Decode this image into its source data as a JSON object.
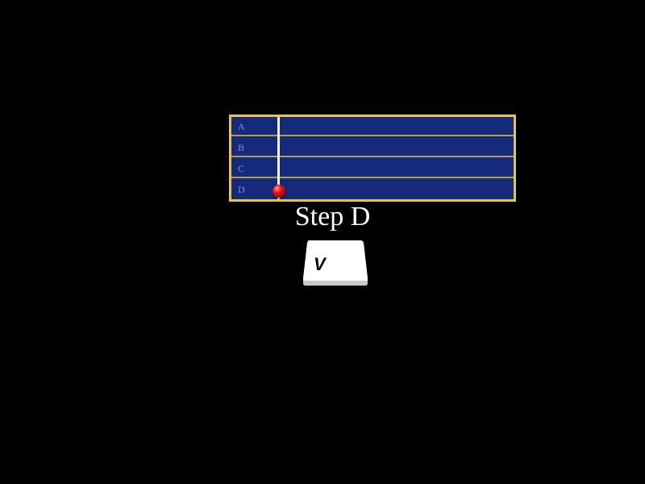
{
  "track": {
    "lanes": [
      {
        "label": "A"
      },
      {
        "label": "B"
      },
      {
        "label": "C"
      },
      {
        "label": "D"
      }
    ],
    "active_lane": "D"
  },
  "step": {
    "text": "Step D"
  },
  "key_prompt": {
    "letter": "V"
  },
  "colors": {
    "background": "#000000",
    "panel_border": "#e8c24a",
    "lane_fill": "#142a7a",
    "lane_label": "#7e8fd6",
    "marker": "#e01515",
    "playhead": "#f2f2f2"
  }
}
